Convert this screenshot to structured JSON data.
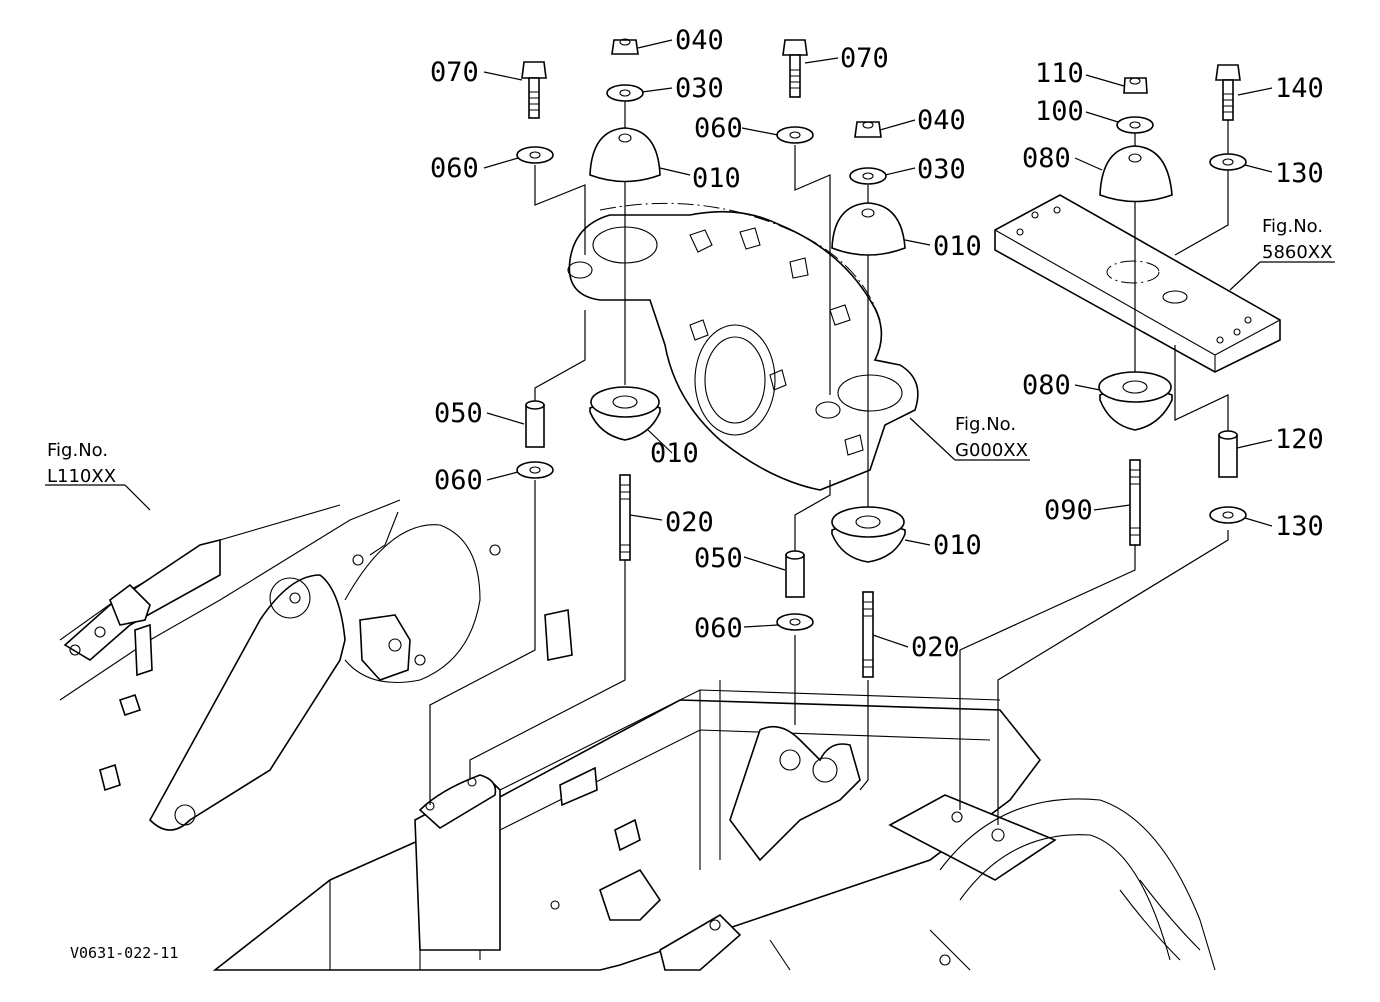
{
  "diagram": {
    "code": "V0631-022-11",
    "part_labels": [
      "070",
      "040",
      "030",
      "060",
      "010",
      "070",
      "060",
      "040",
      "030",
      "010",
      "050",
      "010",
      "060",
      "020",
      "050",
      "010",
      "060",
      "020",
      "110",
      "100",
      "140",
      "080",
      "130",
      "080",
      "120",
      "090",
      "130"
    ],
    "figure_refs": [
      {
        "label": "Fig.No.",
        "number": "5860XX"
      },
      {
        "label": "Fig.No.",
        "number": "G000XX"
      },
      {
        "label": "Fig.No.",
        "number": "L110XX"
      }
    ]
  }
}
